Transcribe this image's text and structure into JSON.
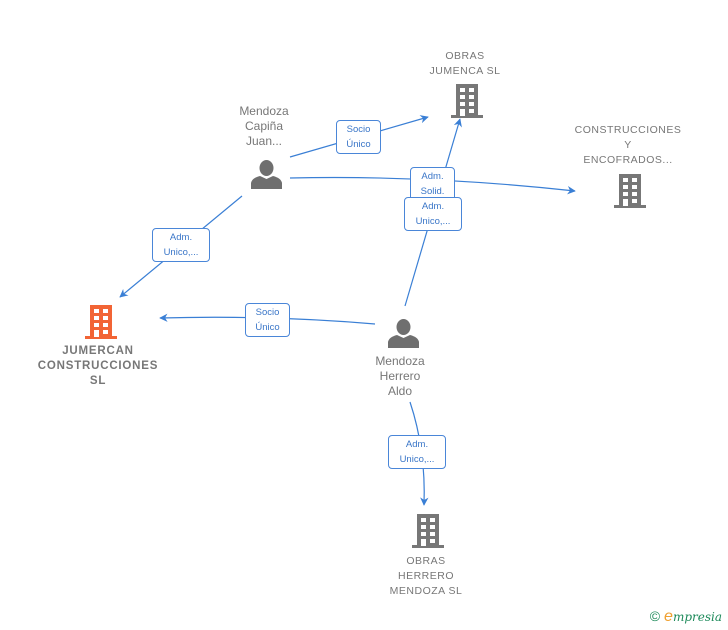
{
  "colors": {
    "edge": "#3a7fd5",
    "company_icon": "#777777",
    "main_company_icon": "#f26435",
    "person_icon": "#6f6f6f",
    "label_text": "#777777"
  },
  "nodes": {
    "obras_jumenca": {
      "type": "company",
      "icon": "building-icon",
      "lines": [
        "OBRAS",
        "JUMENCA  SL"
      ]
    },
    "construcciones_encofrados": {
      "type": "company",
      "icon": "building-icon",
      "lines": [
        "CONSTRUCCIONES",
        "Y",
        "ENCOFRADOS..."
      ]
    },
    "mendoza_capina": {
      "type": "person",
      "icon": "person-icon",
      "lines": [
        "Mendoza",
        "Capiña",
        "Juan..."
      ]
    },
    "jumercan": {
      "type": "main-company",
      "icon": "building-icon",
      "lines": [
        "JUMERCAN",
        "CONSTRUCCIONES",
        "SL"
      ]
    },
    "mendoza_herrero": {
      "type": "person",
      "icon": "person-icon",
      "lines": [
        "Mendoza",
        "Herrero",
        "Aldo"
      ]
    },
    "obras_herrero_mendoza": {
      "type": "company",
      "icon": "building-icon",
      "lines": [
        "OBRAS",
        "HERRERO",
        "MENDOZA  SL"
      ]
    }
  },
  "edges": [
    {
      "from": "mendoza_capina",
      "to": "obras_jumenca",
      "label": [
        "Socio",
        "Único"
      ]
    },
    {
      "from": "mendoza_capina",
      "to": "construcciones_encofrados",
      "label": [
        "Adm.",
        "Solid."
      ]
    },
    {
      "from": "mendoza_capina",
      "to": "jumercan",
      "label": [
        "Adm.",
        "Unico,..."
      ]
    },
    {
      "from": "mendoza_herrero",
      "to": "obras_jumenca",
      "label": [
        "Adm.",
        "Unico,..."
      ]
    },
    {
      "from": "mendoza_herrero",
      "to": "jumercan",
      "label": [
        "Socio",
        "Único"
      ]
    },
    {
      "from": "mendoza_herrero",
      "to": "obras_herrero_mendoza",
      "label": [
        "Adm.",
        "Unico,..."
      ]
    }
  ],
  "footer": {
    "copyright_symbol": "©",
    "brand_initial": "e",
    "brand_rest": "mpresia"
  }
}
